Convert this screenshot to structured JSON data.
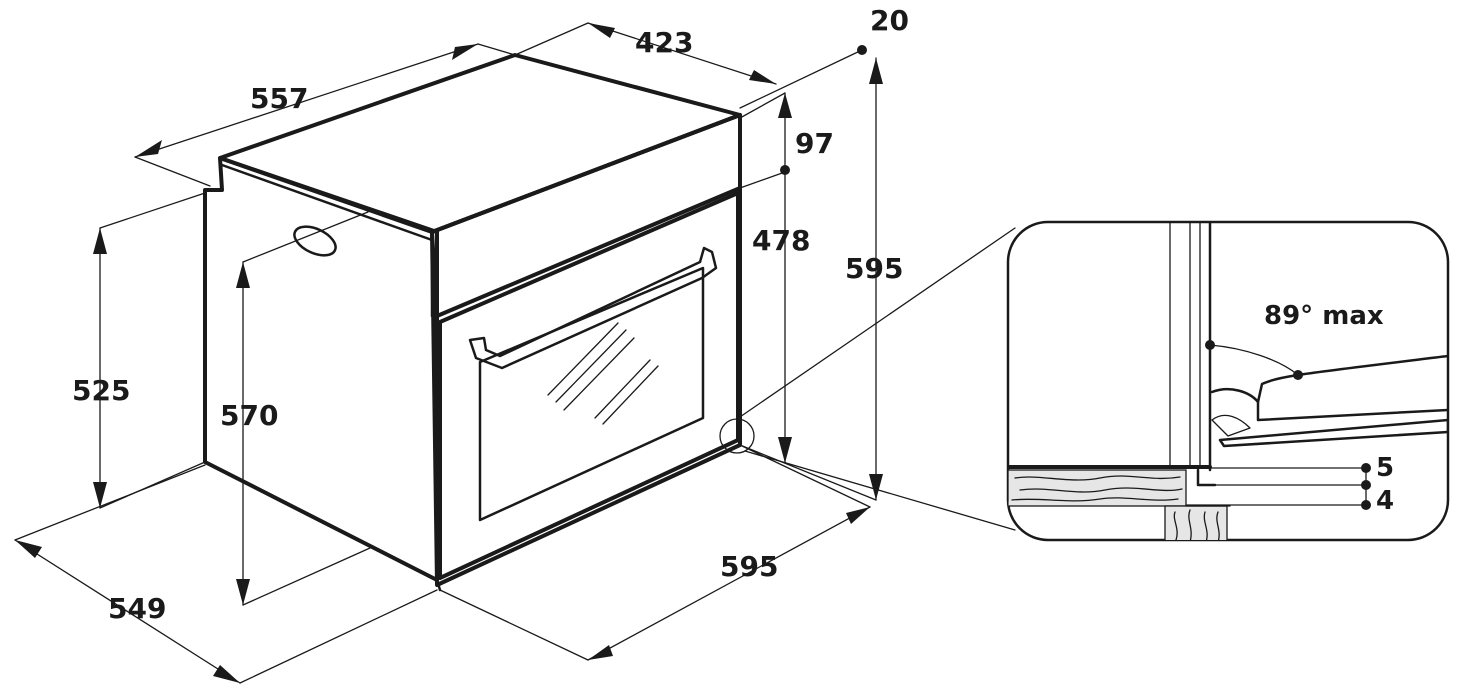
{
  "dimensions": {
    "top_depth": "557",
    "top_width": "423",
    "frame_thickness": "20",
    "control_panel_height": "97",
    "door_opening_height": "478",
    "overall_height": "595",
    "side_height": "525",
    "cavity_height": "570",
    "overall_depth": "549",
    "front_width": "595"
  },
  "detail": {
    "door_angle": "89° max",
    "gap_top": "5",
    "gap_bottom": "4"
  }
}
